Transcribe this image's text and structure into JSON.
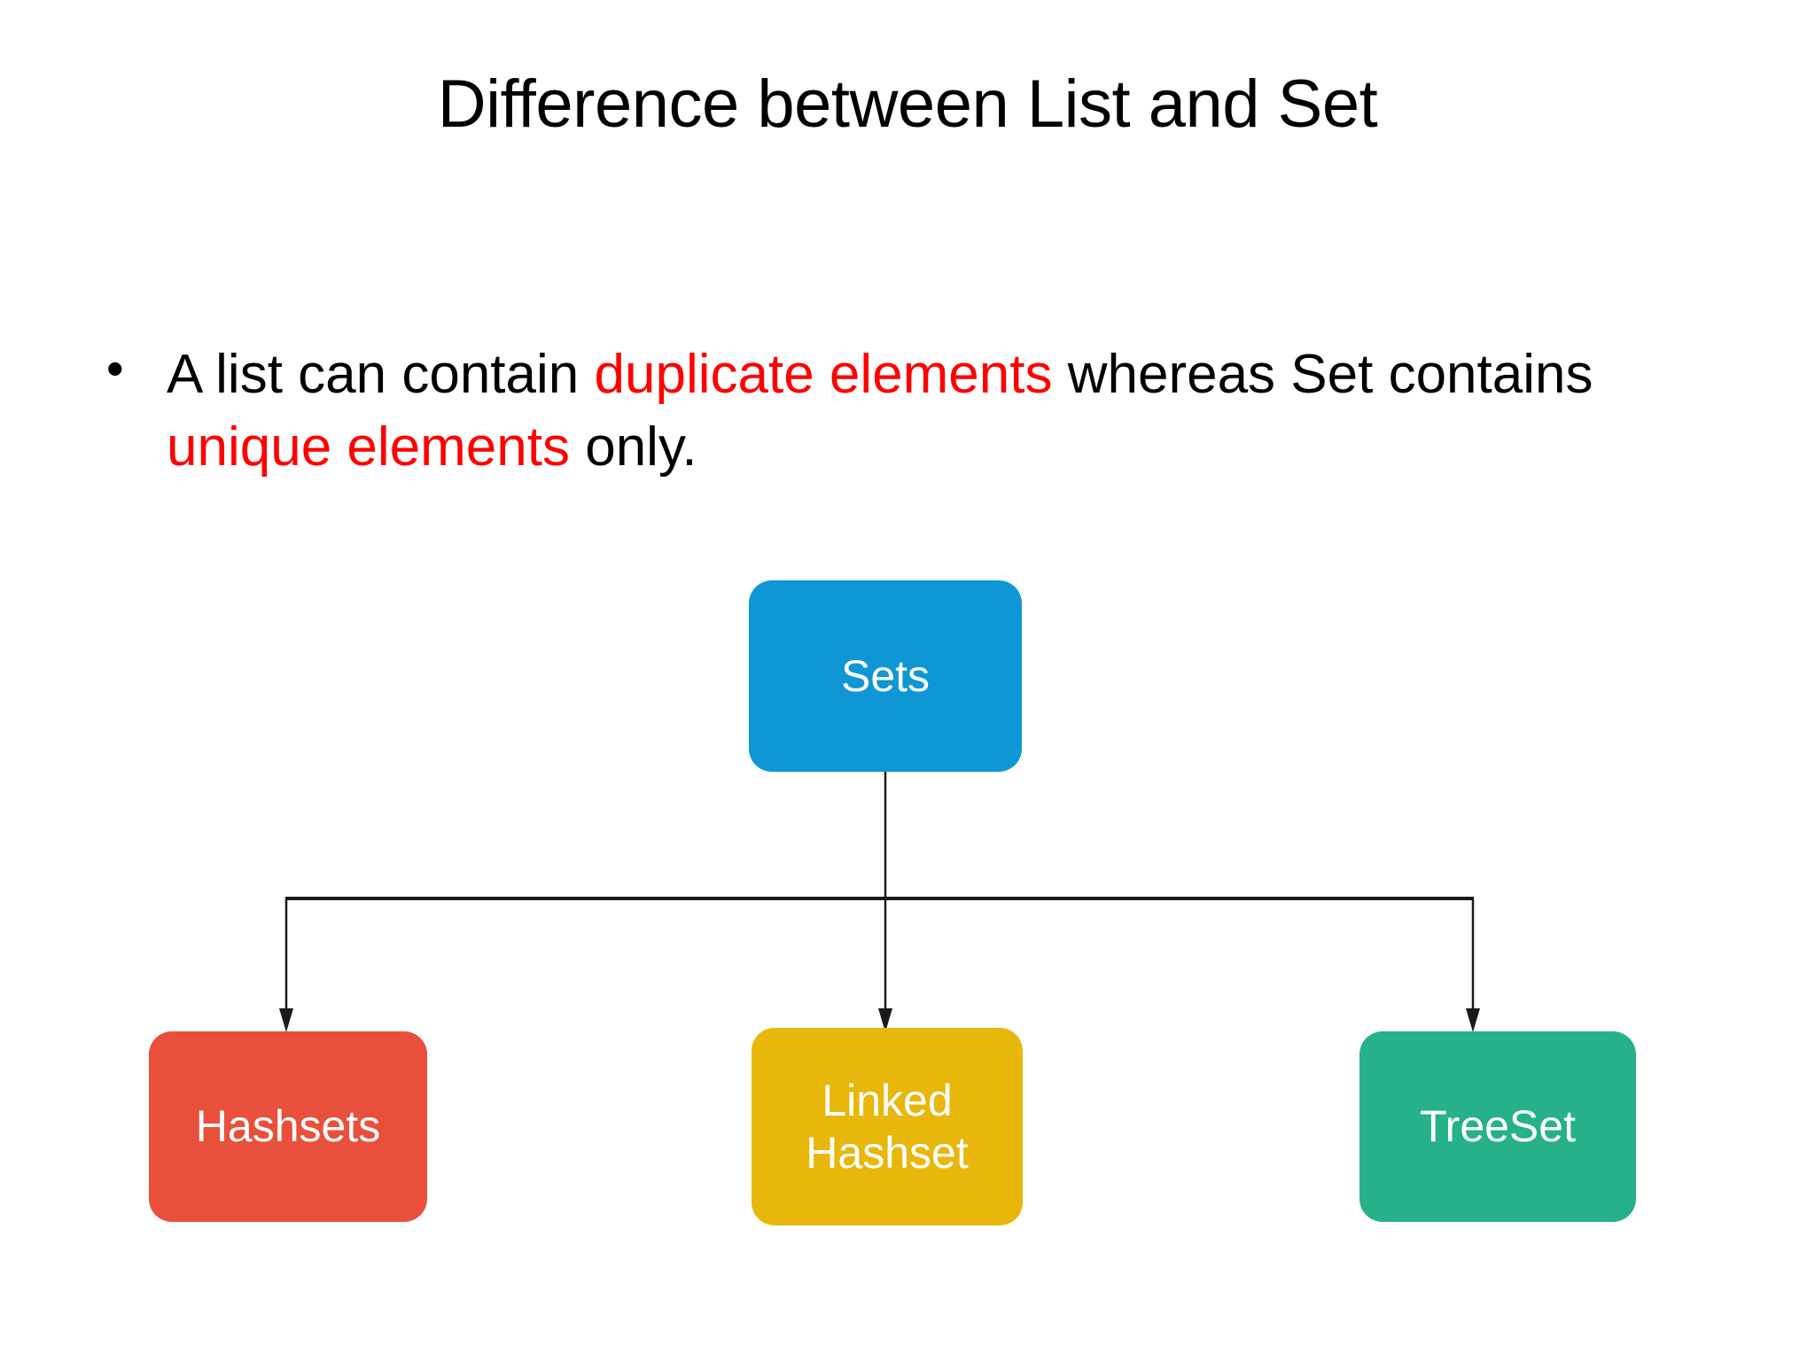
{
  "slide": {
    "title": "Difference between List and Set",
    "background_color": "#FFFFFF"
  },
  "bullet": {
    "marker": "•",
    "segments": [
      {
        "text": "A list can contain ",
        "color": "#000000"
      },
      {
        "text": "duplicate elements",
        "color": "#FF0000"
      },
      {
        "text": " whereas Set contains ",
        "color": "#000000"
      },
      {
        "text": "unique elements",
        "color": "#FF0000"
      },
      {
        "text": " only.",
        "color": "#000000"
      }
    ],
    "plain_text": "A list can contain duplicate elements whereas Set contains unique elements only."
  },
  "diagram": {
    "type": "tree",
    "root": {
      "id": "sets",
      "label": "Sets",
      "color": "#0E97D4",
      "text_color": "#FFFFFF"
    },
    "children": [
      {
        "id": "hashsets",
        "label": "Hashsets",
        "lines": [
          "Hashsets"
        ],
        "color": "#E8503C",
        "text_color": "#FFFFFF"
      },
      {
        "id": "linked-hashset",
        "label": "Linked Hashset",
        "lines": [
          "Linked",
          "Hashset"
        ],
        "color": "#E8B70B",
        "text_color": "#FFFFFF"
      },
      {
        "id": "treeset",
        "label": "TreeSet",
        "lines": [
          "TreeSet"
        ],
        "color": "#27B18B",
        "text_color": "#FFFFFF"
      }
    ],
    "connector_color": "#1A1A1A"
  }
}
